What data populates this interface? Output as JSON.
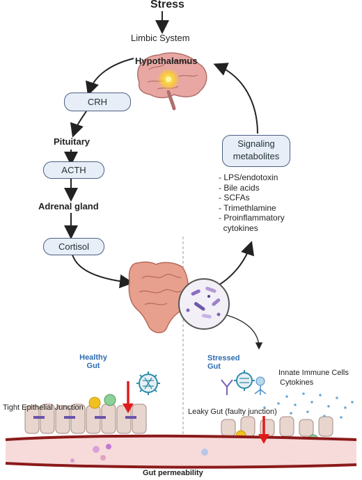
{
  "top": {
    "stress": "Stress",
    "limbic": "Limbic System",
    "hypothalamus": "Hypothalamus"
  },
  "axis": {
    "crh": "CRH",
    "pituitary": "Pituitary",
    "acth": "ACTH",
    "adrenal": "Adrenal gland",
    "cortisol": "Cortisol"
  },
  "metabolites": {
    "title_line1": "Signaling",
    "title_line2": "metabolites",
    "items": [
      "- LPS/endotoxin",
      "- Bile acids",
      "- SCFAs",
      "- Trimethlamine",
      "- Proinflammatory",
      "  cytokines"
    ]
  },
  "gut": {
    "healthy_line1": "Healthy",
    "healthy_line2": "Gut",
    "stressed_line1": "Stressed",
    "stressed_line2": "Gut",
    "tight_junction": "Tight Epithelial  Junction",
    "innate": "Innate Immune Cells",
    "cytokines": "Cytokines",
    "leaky": "Leaky Gut (faulty junction)",
    "permeability": "Gut permeability"
  },
  "colors": {
    "pill_border": "#4a5f7f",
    "pill_fill": "#e8eef8",
    "blood_vessel": "#8b1a1a",
    "arrow_red": "#e01b1b",
    "label_blue": "#2b6cb0"
  }
}
